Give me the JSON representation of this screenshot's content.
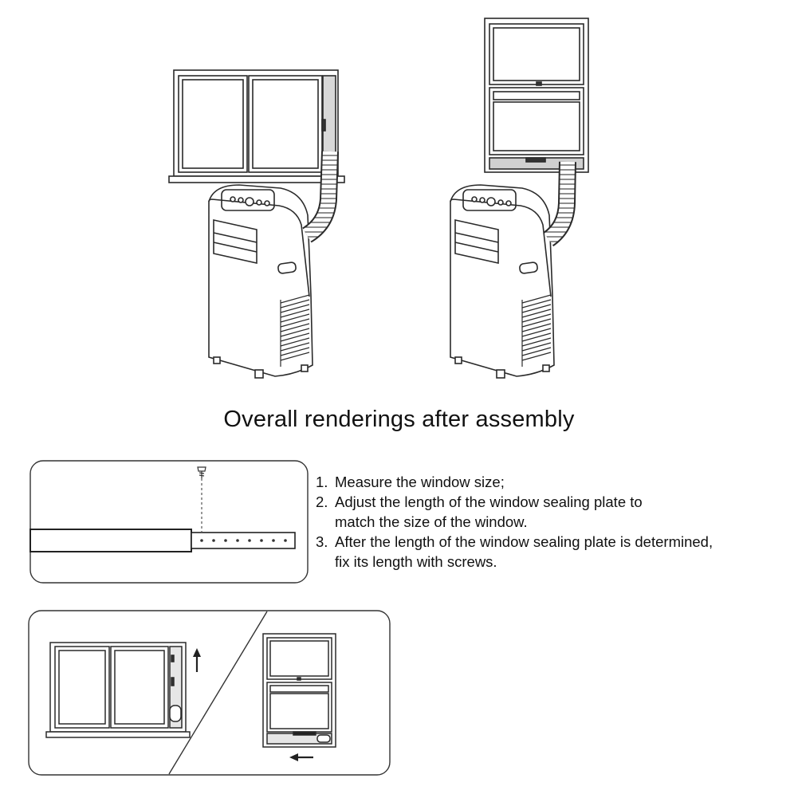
{
  "caption": "Overall renderings after assembly",
  "steps": [
    {
      "num": "1.",
      "line1": "Measure the window size;",
      "line2": ""
    },
    {
      "num": "2.",
      "line1": "Adjust the length of the window sealing plate to",
      "line2": "match the size of the window."
    },
    {
      "num": "3.",
      "line1": "After the length of the window sealing plate is determined,",
      "line2": "fix its length with screws."
    }
  ],
  "colors": {
    "line": "#2a2a2a",
    "fill_light": "#ffffff",
    "fill_gray": "#cfcfcf",
    "text": "#111111"
  }
}
